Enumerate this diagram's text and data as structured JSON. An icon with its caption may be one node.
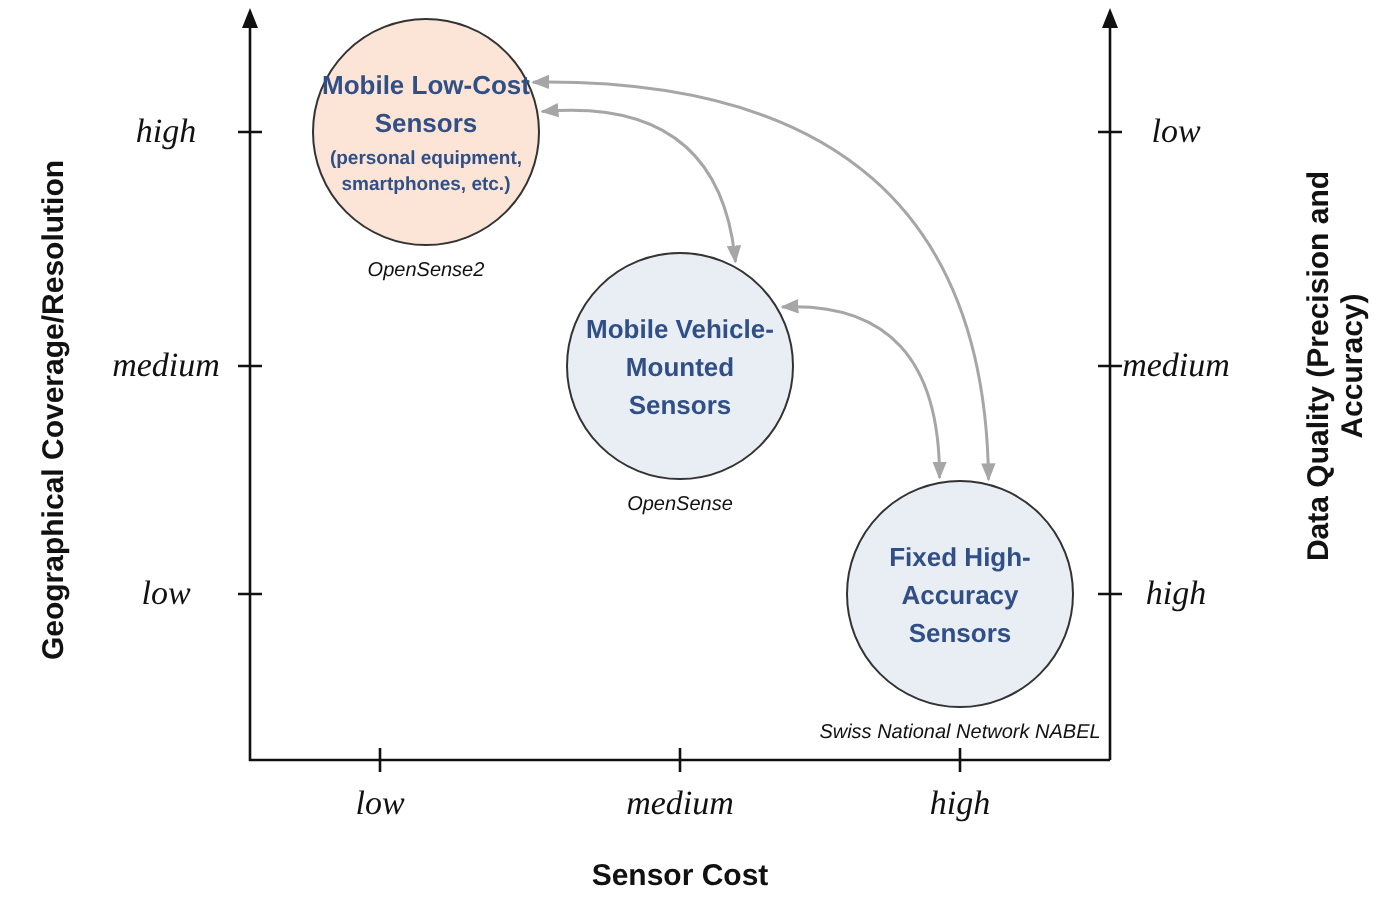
{
  "diagram": {
    "nodes": [
      {
        "text": [
          "Mobile Low-Cost Sensors",
          "(personal equipment, smartphones, etc.)"
        ],
        "beside": [
          "OpenSense2"
        ]
      },
      {
        "text": [
          "Mobile Vehicle-Mounted Sensors"
        ],
        "beside": [
          "OpenSense"
        ]
      },
      {
        "text": [
          "Fixed High-Accuracy Sensors"
        ],
        "beside": [
          "Swiss National Network NABEL"
        ]
      }
    ],
    "edges": [
      {
        "from": 0,
        "to": 1,
        "arrow": "both"
      },
      {
        "from": 1,
        "to": 2,
        "arrow": "both"
      },
      {
        "from": 0,
        "to": 2,
        "arrow": "both"
      }
    ],
    "labels": [
      "Geographical Coverage/Resolution",
      "high",
      "medium",
      "low",
      "Data Quality (Precision and Accuracy)",
      "low",
      "medium",
      "high",
      "low",
      "medium",
      "high",
      "Sensor Cost"
    ]
  }
}
